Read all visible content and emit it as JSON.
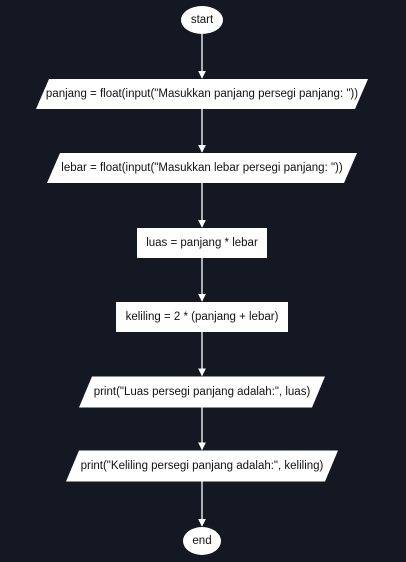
{
  "colors": {
    "background": "#141823",
    "node_fill": "#ffffff",
    "text": "#111111",
    "connector": "#ffffff"
  },
  "nodes": [
    {
      "id": "start",
      "shape": "terminal",
      "text": "start"
    },
    {
      "id": "input-panjang",
      "shape": "io",
      "text": "panjang = float(input(\"Masukkan panjang persegi panjang: \"))"
    },
    {
      "id": "input-lebar",
      "shape": "io",
      "text": "lebar = float(input(\"Masukkan lebar persegi panjang: \"))"
    },
    {
      "id": "calc-luas",
      "shape": "process",
      "text": "luas = panjang * lebar"
    },
    {
      "id": "calc-keliling",
      "shape": "process",
      "text": "keliling = 2 * (panjang + lebar)"
    },
    {
      "id": "print-luas",
      "shape": "io",
      "text": "print(\"Luas persegi panjang adalah:\", luas)"
    },
    {
      "id": "print-keliling",
      "shape": "io",
      "text": "print(\"Keliling persegi panjang adalah:\", keliling)"
    },
    {
      "id": "end",
      "shape": "terminal",
      "text": "end"
    }
  ],
  "edges": [
    {
      "from": "start",
      "to": "input-panjang"
    },
    {
      "from": "input-panjang",
      "to": "input-lebar"
    },
    {
      "from": "input-lebar",
      "to": "calc-luas"
    },
    {
      "from": "calc-luas",
      "to": "calc-keliling"
    },
    {
      "from": "calc-keliling",
      "to": "print-luas"
    },
    {
      "from": "print-luas",
      "to": "print-keliling"
    },
    {
      "from": "print-keliling",
      "to": "end"
    }
  ]
}
